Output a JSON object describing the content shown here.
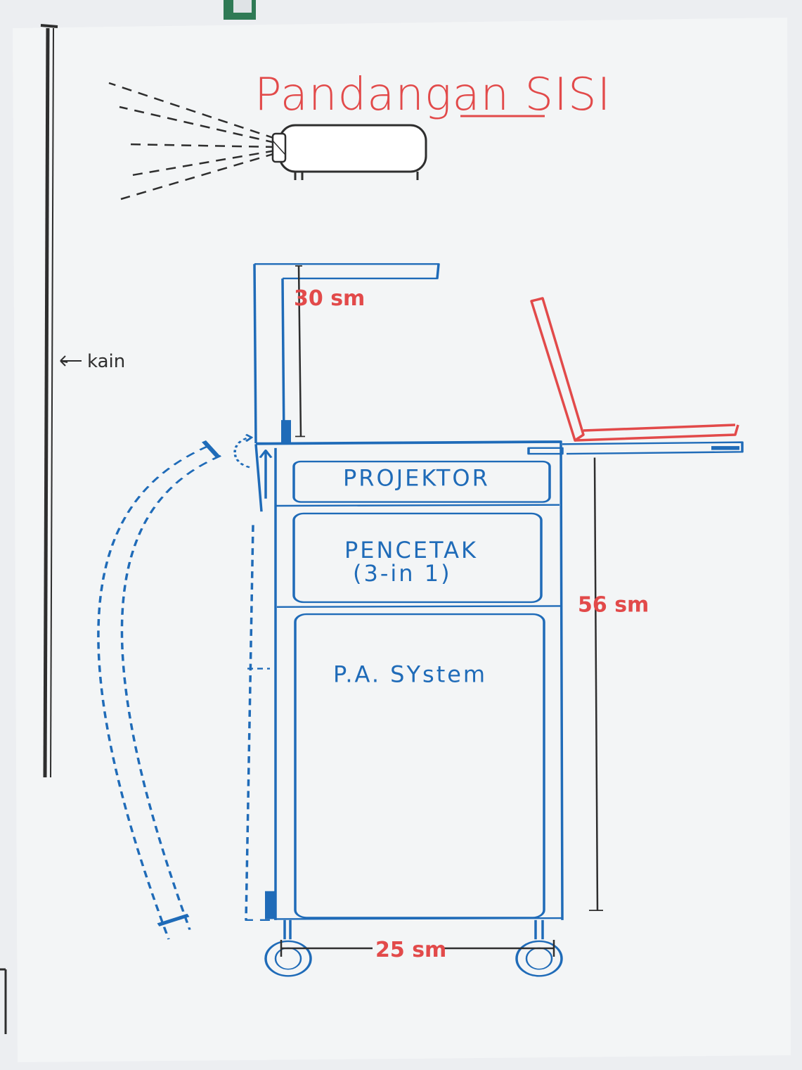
{
  "title": {
    "main": "Pandangan ",
    "underlined": "SISI"
  },
  "labels": {
    "kain": "kain",
    "compartments": [
      "PROJEKTOR",
      "PENCETAK",
      "(3-in 1)",
      "P.A. SYstem"
    ]
  },
  "measurements": {
    "mast_height": "30 sm",
    "cart_height": "56 sm",
    "cart_width": "25 sm"
  },
  "colors": {
    "paper": "#f4f5f6",
    "blue_marker": "#1f6bb8",
    "red_marker": "#e24a4a",
    "black_marker": "#2e2e2e"
  }
}
